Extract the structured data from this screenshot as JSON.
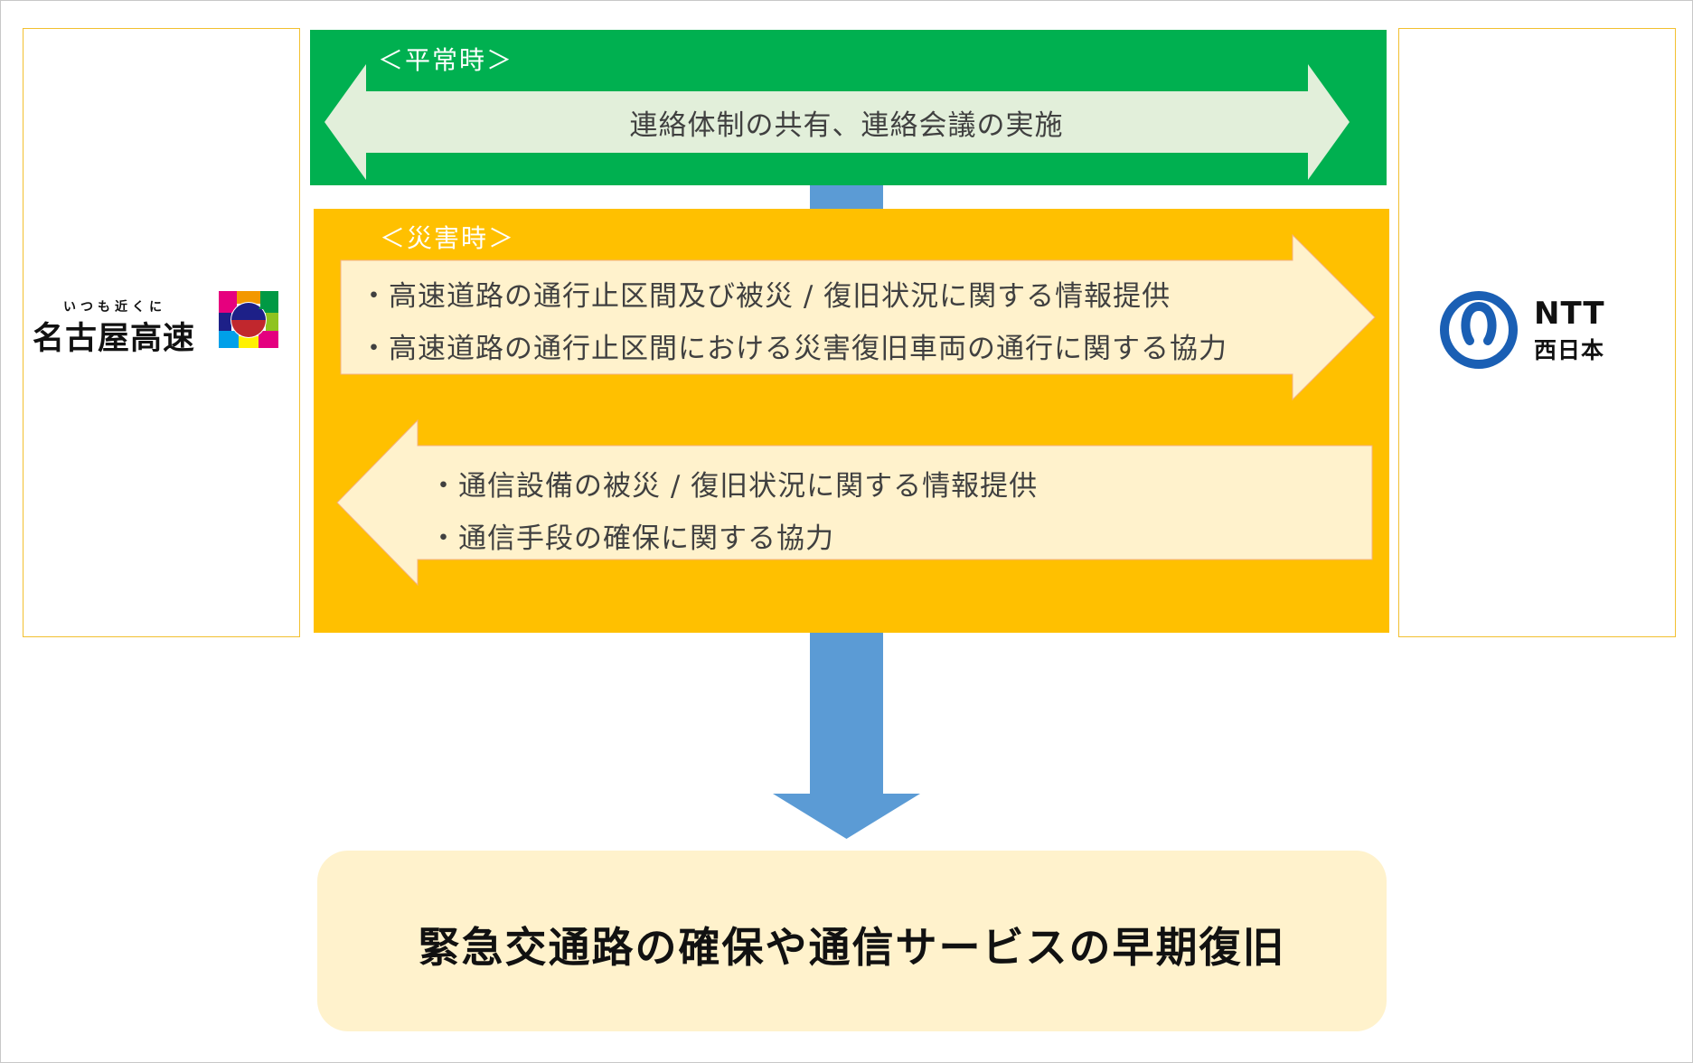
{
  "left_org": {
    "tagline": "いつも近くに",
    "name": "名古屋高速",
    "emblem_icon": "nagoya-expressway-emblem"
  },
  "right_org": {
    "name": "NTT",
    "sub": "西日本",
    "emblem_icon": "ntt-loop-emblem",
    "brand_color": "#1a5fb4"
  },
  "normal": {
    "label": "＜平常時＞",
    "arrow_text": "連絡体制の共有、連絡会議の実施",
    "panel_color": "#00b050"
  },
  "disaster": {
    "label": "＜災害時＞",
    "panel_color": "#ffc000",
    "to_ntt": [
      "・高速道路の通行止区間及び被災 / 復旧状況に関する情報提供",
      "・高速道路の通行止区間における災害復旧車両の通行に関する協力"
    ],
    "to_nagoya": [
      "・通信設備の被災 / 復旧状況に関する情報提供",
      "・通信手段の確保に関する協力"
    ]
  },
  "result": {
    "text": "緊急交通路の確保や通信サービスの早期復旧"
  },
  "colors": {
    "connector": "#5b9bd5",
    "arrow_fill_light_green": "#e2efda",
    "arrow_fill_cream": "#fff2cc",
    "result_fill": "#fff2cc"
  }
}
